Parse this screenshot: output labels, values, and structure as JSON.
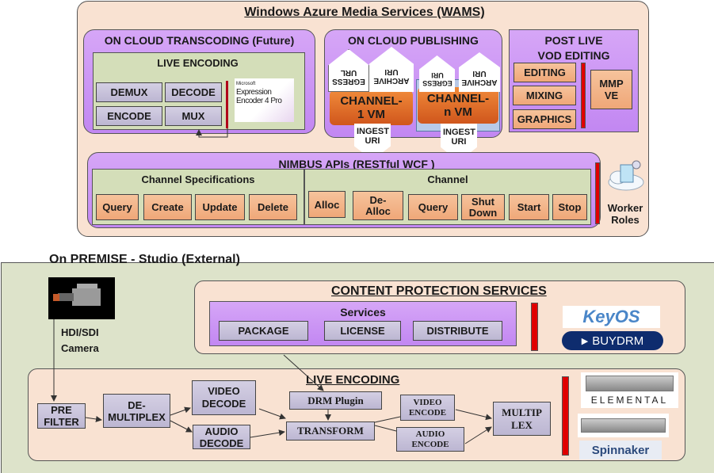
{
  "wams": {
    "title": "Windows Azure Media Services (WAMS)",
    "transcoding": {
      "title": "ON CLOUD TRANSCODING (Future)",
      "live_encoding_title": "LIVE ENCODING",
      "blocks": [
        "DEMUX",
        "DECODE",
        "ENCODE",
        "MUX"
      ],
      "logo_small": "Microsoft",
      "logo_text": "Expression Encoder 4 Pro"
    },
    "publishing": {
      "title": "ON CLOUD PUBLISHING",
      "channels": [
        {
          "label": "CHANNEL-1 VM",
          "egress": "EGRESS URL",
          "archive": "ARCHIVE URI",
          "ingest": "INGEST URI"
        },
        {
          "label": "CHANNEL-n VM",
          "egress": "EGRESS URI",
          "archive": "ARCHIVE URI",
          "ingest": "INGEST URI"
        }
      ]
    },
    "post_live": {
      "title_line1": "POST LIVE",
      "title_line2": "VOD EDITING",
      "items": [
        "EDITING",
        "MIXING",
        "GRAPHICS"
      ],
      "mmpve_line1": "MMP",
      "mmpve_line2": "VE"
    },
    "nimbus": {
      "title": "NIMBUS APIs  (RESTful WCF )",
      "channel_specs": {
        "title": "Channel Specifications",
        "buttons": [
          "Query",
          "Create",
          "Update",
          "Delete"
        ]
      },
      "channel": {
        "title": "Channel",
        "buttons": [
          "Alloc",
          "De-Alloc",
          "Query",
          "Shut Down",
          "Start",
          "Stop"
        ]
      }
    },
    "worker_roles": {
      "line1": "Worker",
      "line2": "Roles"
    }
  },
  "on_premise": {
    "title": "On PREMISE -  Studio (External)",
    "camera": {
      "line1": "HDI/SDI",
      "line2": "Camera"
    },
    "content_protection": {
      "title": "CONTENT PROTECTION SERVICES",
      "services_title": "Services",
      "services": [
        "PACKAGE",
        "LICENSE",
        "DISTRIBUTE"
      ],
      "vendors": [
        "KeyOS",
        "BUYDRM"
      ]
    },
    "live_encoding": {
      "title": "LIVE ENCODING",
      "pre_filter": "PRE FILTER",
      "demultiplex": "DE-MULTIPLEX",
      "video_decode": "VIDEO DECODE",
      "audio_decode": "AUDIO DECODE",
      "drm_plugin": "DRM Plugin",
      "transform": "TRANSFORM",
      "video_encode": "VIDEO ENCODE",
      "audio_encode": "AUDIO ENCODE",
      "multiplex": "MULTIP LEX",
      "vendors": [
        "ELEMENTAL",
        "Spinnaker"
      ]
    }
  }
}
